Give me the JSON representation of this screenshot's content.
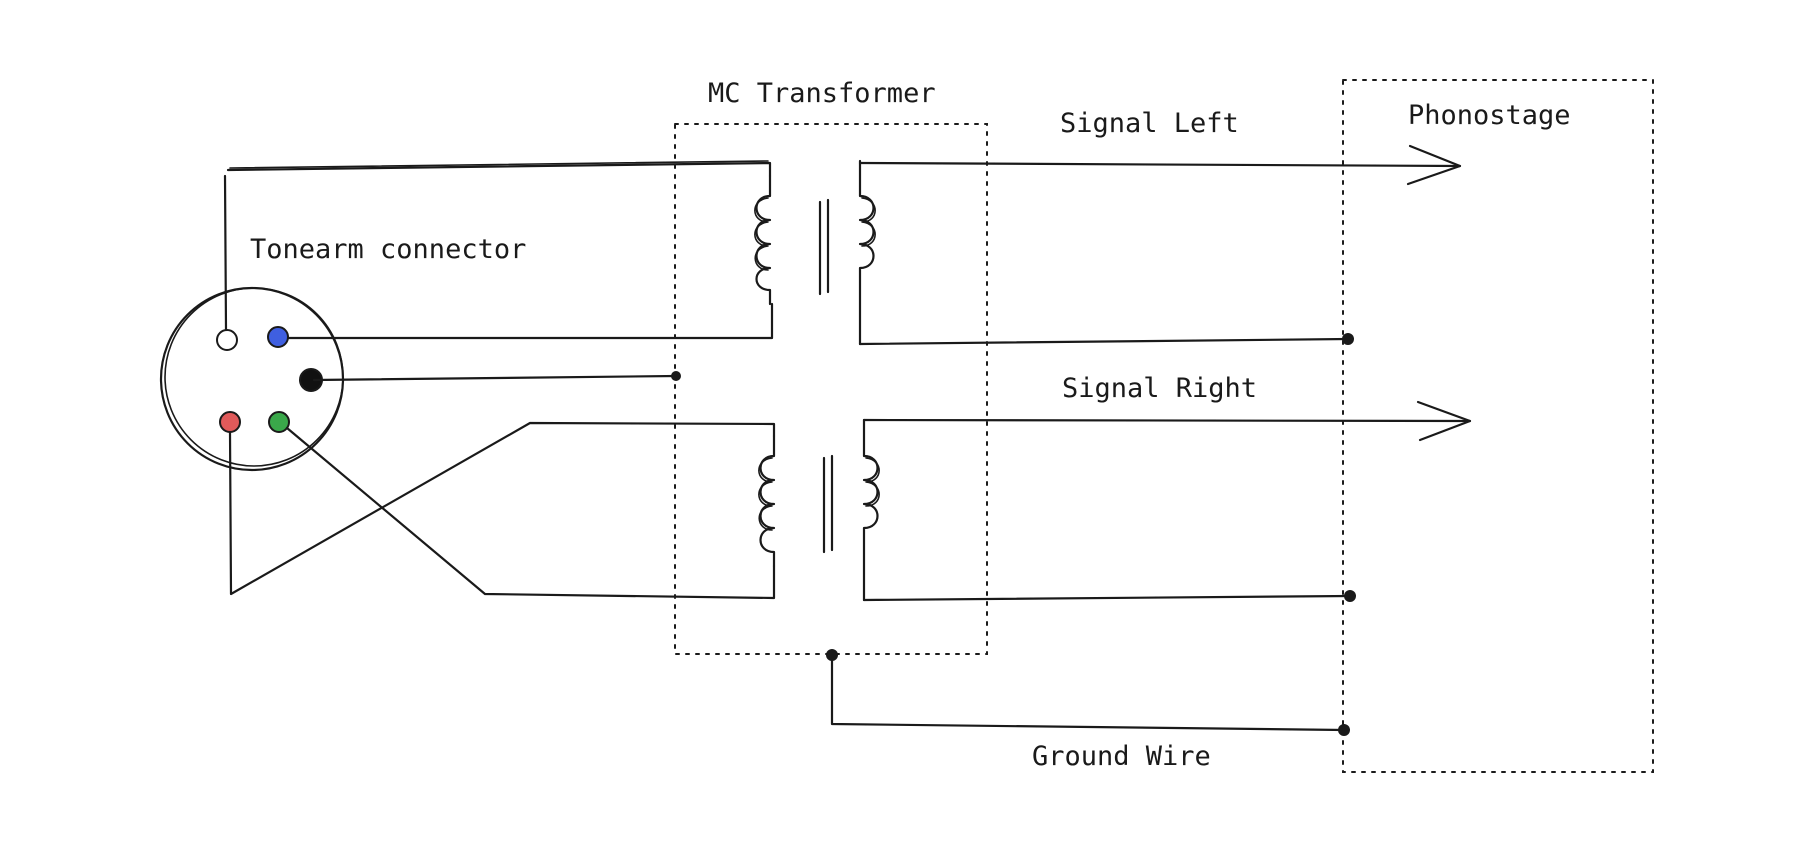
{
  "diagram": {
    "labels": {
      "mc_transformer": "MC Transformer",
      "signal_left": "Signal Left",
      "phonostage": "Phonostage",
      "tonearm_connector": "Tonearm connector",
      "signal_right": "Signal Right",
      "ground_wire": "Ground Wire"
    },
    "colors": {
      "ink": "#1a1a1a",
      "pin_white": "#ffffff",
      "pin_blue": "#3f5fe0",
      "pin_black": "#111111",
      "pin_red": "#e05a5a",
      "pin_green": "#3aa84a"
    }
  }
}
